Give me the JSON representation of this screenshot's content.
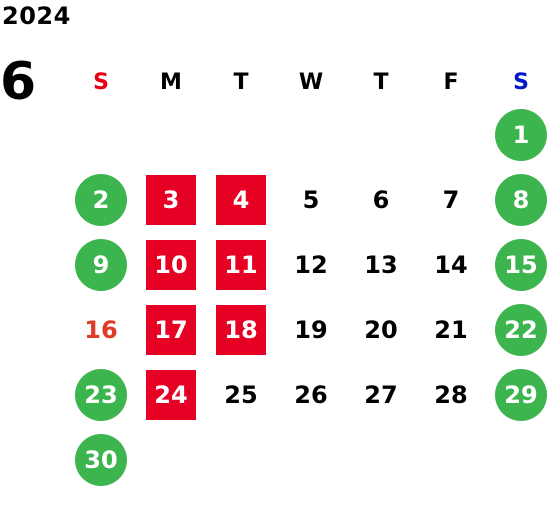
{
  "year": "2024",
  "month": "6",
  "colors": {
    "sunday_header": "#e60012",
    "saturday_header": "#0018c8",
    "holiday_text": "#e03b26",
    "weekend_circle": "#3cb54f",
    "highlight_square": "#e60023"
  },
  "weekdays": [
    {
      "label": "S",
      "color": "#e60012"
    },
    {
      "label": "M",
      "color": "#000000"
    },
    {
      "label": "T",
      "color": "#000000"
    },
    {
      "label": "W",
      "color": "#000000"
    },
    {
      "label": "T",
      "color": "#000000"
    },
    {
      "label": "F",
      "color": "#000000"
    },
    {
      "label": "S",
      "color": "#0018c8"
    }
  ],
  "first_weekday_index": 6,
  "days": [
    {
      "day": "1",
      "mark": "circle"
    },
    {
      "day": "2",
      "mark": "circle"
    },
    {
      "day": "3",
      "mark": "square"
    },
    {
      "day": "4",
      "mark": "square"
    },
    {
      "day": "5",
      "mark": "none"
    },
    {
      "day": "6",
      "mark": "none"
    },
    {
      "day": "7",
      "mark": "none"
    },
    {
      "day": "8",
      "mark": "circle"
    },
    {
      "day": "9",
      "mark": "circle"
    },
    {
      "day": "10",
      "mark": "square"
    },
    {
      "day": "11",
      "mark": "square"
    },
    {
      "day": "12",
      "mark": "none"
    },
    {
      "day": "13",
      "mark": "none"
    },
    {
      "day": "14",
      "mark": "none"
    },
    {
      "day": "15",
      "mark": "circle"
    },
    {
      "day": "16",
      "mark": "red-text"
    },
    {
      "day": "17",
      "mark": "square"
    },
    {
      "day": "18",
      "mark": "square"
    },
    {
      "day": "19",
      "mark": "none"
    },
    {
      "day": "20",
      "mark": "none"
    },
    {
      "day": "21",
      "mark": "none"
    },
    {
      "day": "22",
      "mark": "circle"
    },
    {
      "day": "23",
      "mark": "circle"
    },
    {
      "day": "24",
      "mark": "square"
    },
    {
      "day": "25",
      "mark": "none"
    },
    {
      "day": "26",
      "mark": "none"
    },
    {
      "day": "27",
      "mark": "none"
    },
    {
      "day": "28",
      "mark": "none"
    },
    {
      "day": "29",
      "mark": "circle"
    },
    {
      "day": "30",
      "mark": "circle"
    }
  ]
}
